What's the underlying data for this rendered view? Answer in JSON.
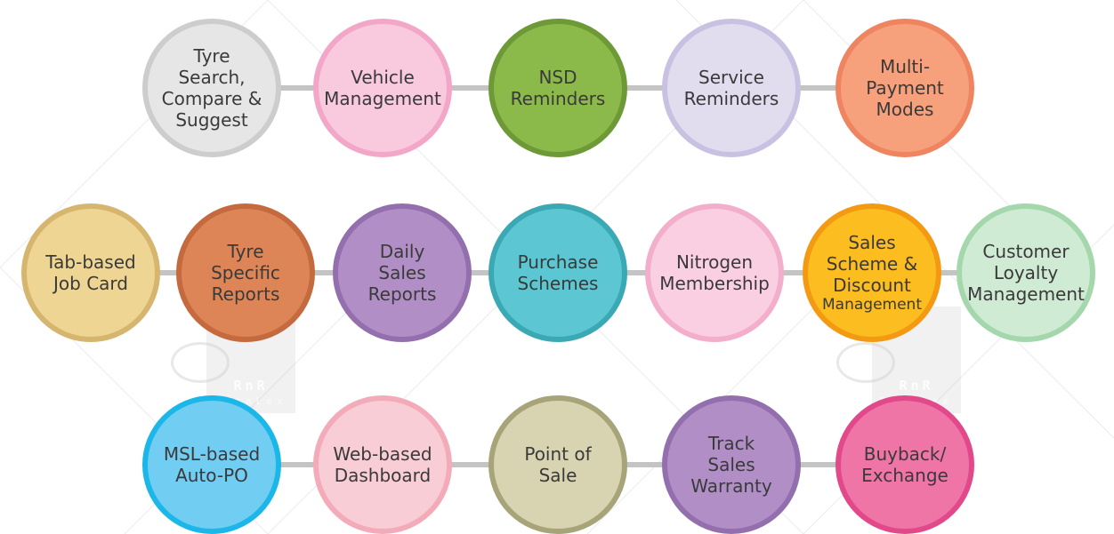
{
  "diagram": {
    "rows": [
      {
        "id": "row1",
        "nodes": [
          {
            "id": "tyre-search",
            "lines": [
              "Tyre",
              "Search,",
              "Compare &",
              "Suggest"
            ],
            "fill": "#e6e6e6",
            "border": "#cdcdcd"
          },
          {
            "id": "vehicle-management",
            "lines": [
              "Vehicle",
              "Management"
            ],
            "fill": "#f9c9de",
            "border": "#f2a6c8"
          },
          {
            "id": "nsd-reminders",
            "lines": [
              "NSD",
              "Reminders"
            ],
            "fill": "#8cba4a",
            "border": "#6d9a36"
          },
          {
            "id": "service-reminders",
            "lines": [
              "Service",
              "Reminders"
            ],
            "fill": "#e2dcef",
            "border": "#c9c1e1"
          },
          {
            "id": "multi-payment-modes",
            "lines": [
              "Multi-",
              "Payment",
              "Modes"
            ],
            "fill": "#f7a07c",
            "border": "#ef8461"
          }
        ]
      },
      {
        "id": "row2",
        "nodes": [
          {
            "id": "tab-based-job-card",
            "lines": [
              "Tab-based",
              "Job Card"
            ],
            "fill": "#eed593",
            "border": "#d6b66e"
          },
          {
            "id": "tyre-specific-reports",
            "lines": [
              "Tyre",
              "Specific",
              "Reports"
            ],
            "fill": "#de8558",
            "border": "#c46a3e"
          },
          {
            "id": "daily-sales-reports",
            "lines": [
              "Daily",
              "Sales",
              "Reports"
            ],
            "fill": "#b18fc6",
            "border": "#9370ad"
          },
          {
            "id": "purchase-schemes",
            "lines": [
              "Purchase",
              "Schemes"
            ],
            "fill": "#5cc7d2",
            "border": "#3aa9b4"
          },
          {
            "id": "nitrogen-membership",
            "lines": [
              "Nitrogen",
              "Membership"
            ],
            "fill": "#f9cfe1",
            "border": "#f2aecb"
          },
          {
            "id": "sales-scheme-discount",
            "lines": [
              "Sales",
              "Scheme &",
              "Discount",
              "Management"
            ],
            "fill": "#fbbd1f",
            "border": "#f49a12"
          },
          {
            "id": "customer-loyalty",
            "lines": [
              "Customer",
              "Loyalty",
              "Management"
            ],
            "fill": "#d0ebd3",
            "border": "#a4d7ac"
          }
        ]
      },
      {
        "id": "row3",
        "nodes": [
          {
            "id": "msl-based-auto-po",
            "lines": [
              "MSL-based",
              "Auto-PO"
            ],
            "fill": "#72cdf2",
            "border": "#1bb7e8"
          },
          {
            "id": "web-based-dashboard",
            "lines": [
              "Web-based",
              "Dashboard"
            ],
            "fill": "#f9cdd6",
            "border": "#f3abba"
          },
          {
            "id": "point-of-sale",
            "lines": [
              "Point of",
              "Sale"
            ],
            "fill": "#d8d4b1",
            "border": "#a7a47a"
          },
          {
            "id": "track-sales-warranty",
            "lines": [
              "Track",
              "Sales",
              "Warranty"
            ],
            "fill": "#b18fc6",
            "border": "#9370ad"
          },
          {
            "id": "buyback-exchange",
            "lines": [
              "Buyback/",
              "Exchange"
            ],
            "fill": "#ef75a6",
            "border": "#e2498a"
          }
        ]
      }
    ],
    "connector_color": "#c4c4c4",
    "watermarks": [
      {
        "id": "watermark-left",
        "text": "RnR",
        "sub": "DataLex"
      },
      {
        "id": "watermark-right",
        "text": "RnR",
        "sub": "DataLex"
      }
    ]
  }
}
